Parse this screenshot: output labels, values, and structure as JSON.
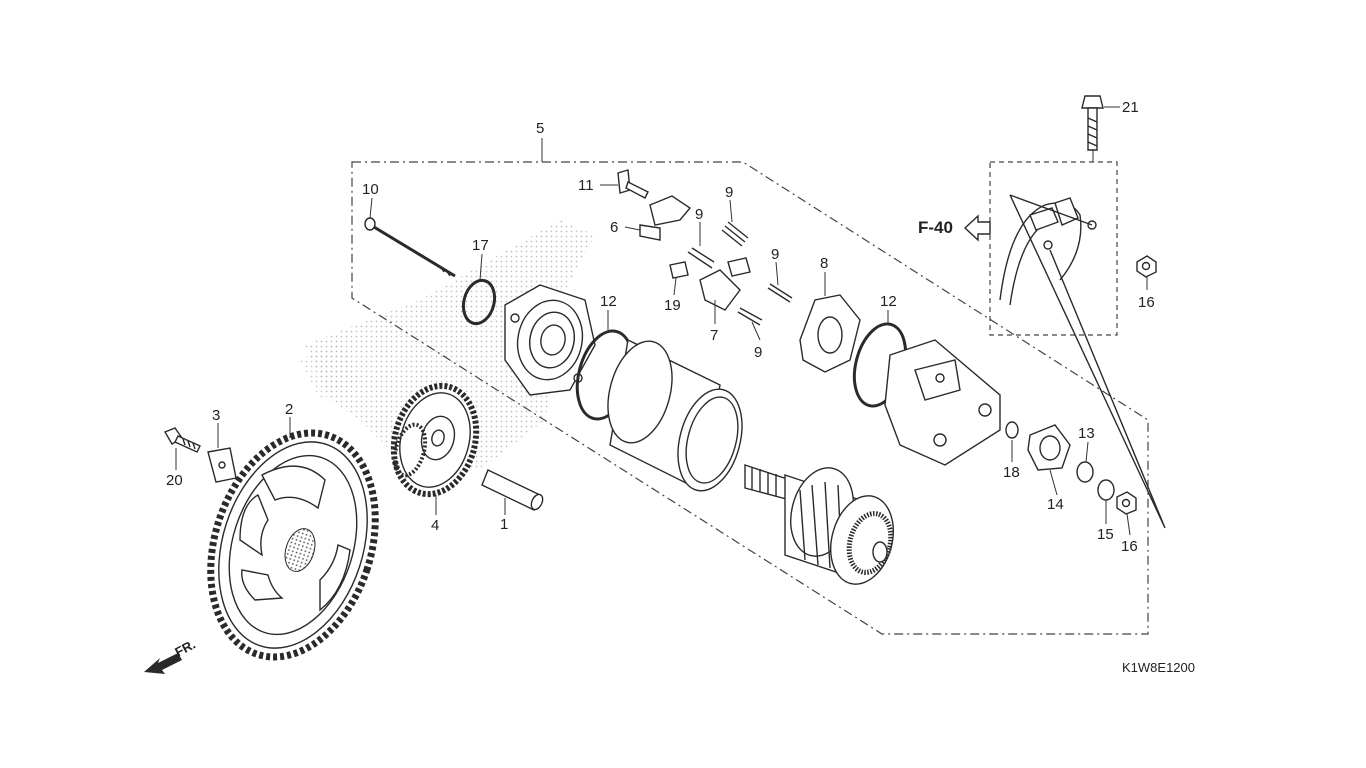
{
  "diagram": {
    "callouts": [
      "1",
      "2",
      "3",
      "4",
      "5",
      "6",
      "7",
      "8",
      "9",
      "9",
      "9",
      "9",
      "10",
      "11",
      "12",
      "12",
      "13",
      "14",
      "15",
      "16",
      "16",
      "17",
      "18",
      "19",
      "20",
      "21"
    ],
    "reference_label": "F-40",
    "direction_label": "FR.",
    "drawing_code": "K1W8E1200"
  },
  "icons": [
    "arrow-hollow-left-icon",
    "arrow-solid-down-left-icon"
  ],
  "colors": {
    "ink": "#2a2a2a",
    "background": "#ffffff",
    "shading": "#c8c8c8"
  }
}
